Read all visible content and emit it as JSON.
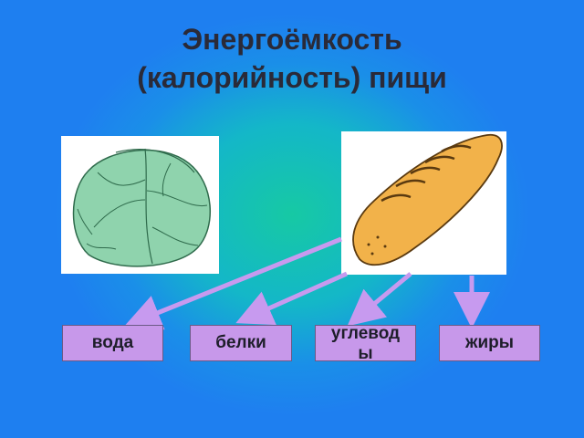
{
  "title": {
    "line1": "Энергоёмкость",
    "line2": "(калорийность) пищи"
  },
  "images": {
    "cabbage": "cabbage-illustration",
    "bread": "bread-loaf-illustration"
  },
  "labels": {
    "water": "вода",
    "proteins": "белки",
    "carbs": "углеводы",
    "fats": "жиры"
  },
  "colors": {
    "box_fill": "#c798ea",
    "arrow": "#c79aef",
    "title_text": "#2a2a38"
  }
}
